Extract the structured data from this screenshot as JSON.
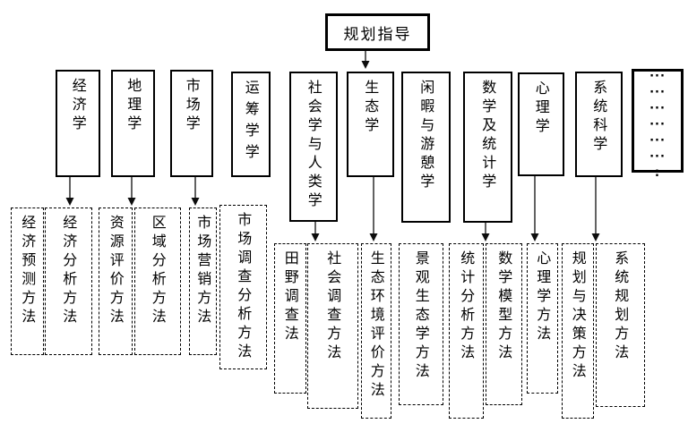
{
  "root": {
    "label": "规划指导"
  },
  "disciplines": [
    {
      "label": "经济学"
    },
    {
      "label": "地理学"
    },
    {
      "label": "市场学"
    },
    {
      "label": "运筹学学"
    },
    {
      "label": "社会学与人类学"
    },
    {
      "label": "生态学"
    },
    {
      "label": "闲暇与游憩学"
    },
    {
      "label": "数学及统计学"
    },
    {
      "label": "心理学"
    },
    {
      "label": "系统科学"
    }
  ],
  "ellipsis": {
    "rows": [
      "···",
      "···",
      "···",
      "···",
      "···",
      "···",
      ":"
    ]
  },
  "methods": [
    {
      "label": "经济预测方法"
    },
    {
      "label": "经济分析方法"
    },
    {
      "label": "资源评价方法"
    },
    {
      "label": "区域分析方法"
    },
    {
      "label": "市场营销方法"
    },
    {
      "label": "市场调查分析方法"
    },
    {
      "label": "田野调查法"
    },
    {
      "label": "社会调查方法"
    },
    {
      "label": "生态环境评价方法"
    },
    {
      "label": "景观生态学方法"
    },
    {
      "label": "统计分析方法"
    },
    {
      "label": "数学模型方法"
    },
    {
      "label": "心理学方法"
    },
    {
      "label": "规划与决策方法"
    },
    {
      "label": "系统规划方法"
    }
  ],
  "colors": {
    "background": "#ffffff",
    "border": "#000000",
    "text": "#000000",
    "arrow": "#2e2e2e"
  }
}
